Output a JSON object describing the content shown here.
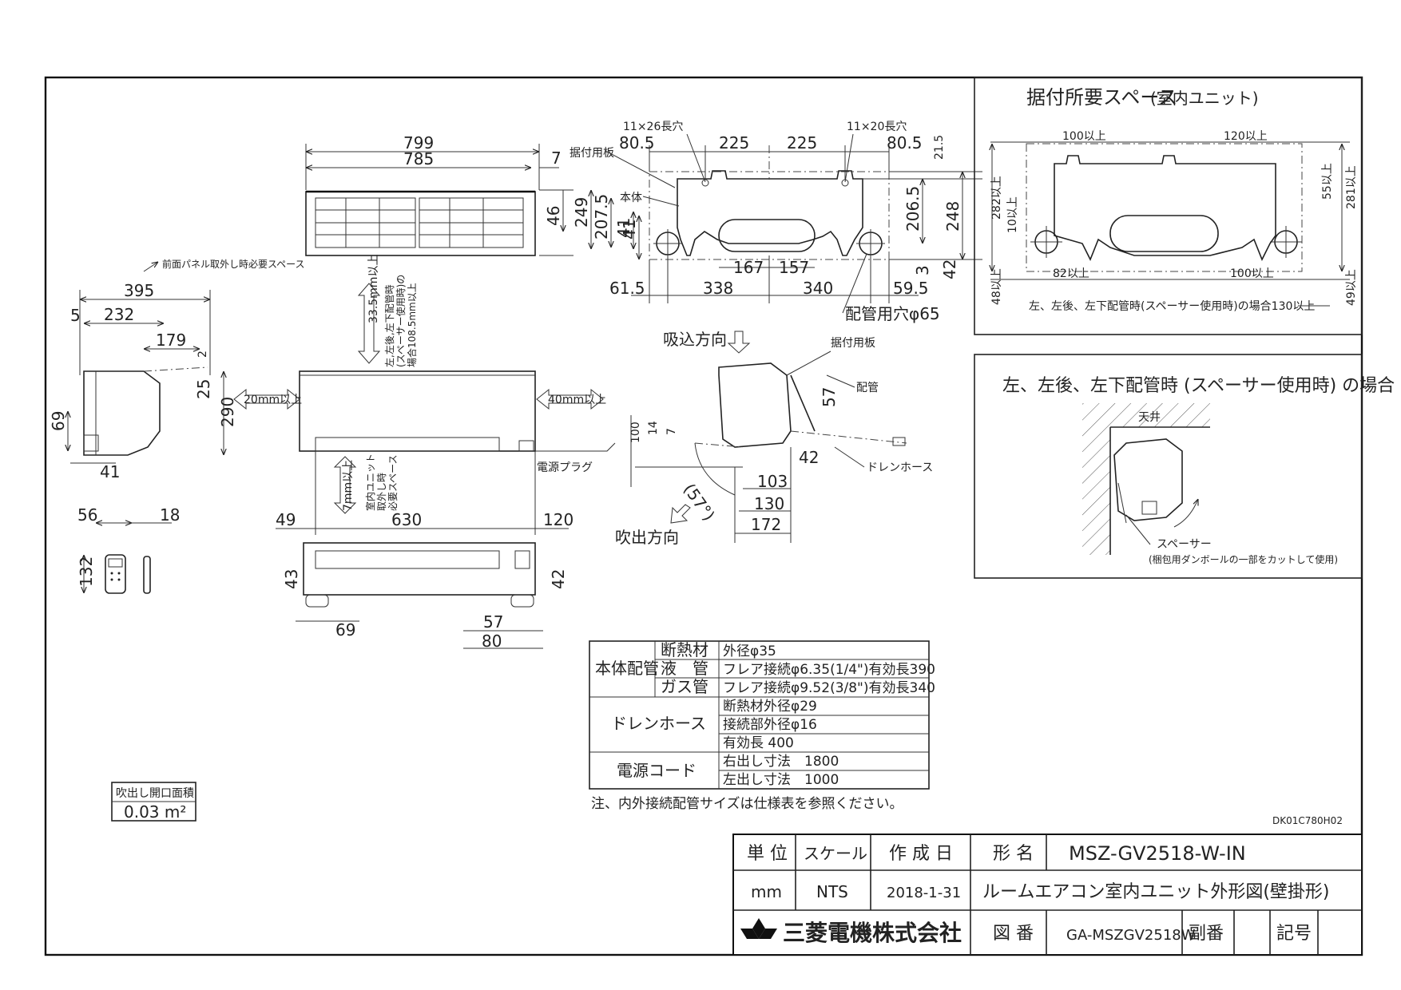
{
  "front_view": {
    "dims": {
      "d799": "799",
      "d785": "785",
      "d7": "7",
      "d46": "46",
      "d249": "249",
      "d2075": "207.5",
      "d41": "41"
    }
  },
  "side_view": {
    "note_panel": "前面パネル取外し時必要スペース",
    "dims": {
      "d395": "395",
      "d5": "5",
      "d232": "232",
      "d179": "179",
      "d2": "2",
      "d25": "25",
      "d69": "69",
      "d41": "41",
      "d290": "290"
    }
  },
  "main_view": {
    "space_top": "33.5mm以上",
    "space_top_note1": "左,左後,左下配管時",
    "space_top_note2": "(スペーサー使用時)の",
    "space_top_note3": "場合108.5mm以上",
    "space_left": "20mm以上",
    "space_right": "40mm以上",
    "space_bottom": "7mm以上",
    "space_bottom_note1": "室内ユニット",
    "space_bottom_note2": "取外し時",
    "space_bottom_note3": "必要スペース",
    "plug": "電源プラグ",
    "dims": {
      "d49": "49",
      "d630": "630",
      "d120": "120"
    }
  },
  "mount_plate": {
    "slot_left": "11×26長穴",
    "slot_right": "11×20長穴",
    "plate_label": "据付用板",
    "body_label": "本体",
    "hole_label": "配管用穴φ65",
    "dims": {
      "d805l": "80.5",
      "d225a": "225",
      "d225b": "225",
      "d805r": "80.5",
      "d215": "21.5",
      "d2065": "206.5",
      "d248": "248",
      "d41": "41",
      "d167": "167",
      "d157": "157",
      "d3": "3",
      "d42": "42",
      "d615": "61.5",
      "d338": "338",
      "d340": "340",
      "d595": "59.5"
    }
  },
  "side_piping": {
    "intake": "吸込方向",
    "outlet": "吹出方向",
    "plate": "据付用板",
    "pipe": "配管",
    "drain": "ドレンホース",
    "dims": {
      "d100": "100",
      "d14": "14",
      "d7": "7",
      "d57": "57",
      "d42": "42",
      "d103": "103",
      "d130": "130",
      "d172": "172",
      "angle": "(57°)"
    }
  },
  "remote": {
    "dims": {
      "d56": "56",
      "d18": "18",
      "d132": "132"
    }
  },
  "bottom_view": {
    "dims": {
      "d43": "43",
      "d42": "42",
      "d69": "69",
      "d57": "57",
      "d80": "80"
    }
  },
  "install_space": {
    "title": "据付所要スペース",
    "title_sub": "(室内ユニット)",
    "dims": {
      "d100top": "100以上",
      "d120top": "120以上",
      "d282": "282以上",
      "d10": "10以上",
      "d48": "48以上",
      "d82": "82以上",
      "d100bot": "100以上",
      "d55": "55以上",
      "d281": "281以上",
      "d49": "49以上"
    },
    "note": "左、左後、左下配管時(スペーサー使用時)の場合130以上"
  },
  "spacer_panel": {
    "title": "左、左後、左下配管時 (スペーサー使用時) の場合",
    "ceiling": "天井",
    "spacer": "スペーサー",
    "spacer_note": "(梱包用ダンボールの一部をカットして使用)"
  },
  "spec_table": {
    "rows": [
      {
        "group": "本体配管",
        "item": "断熱材",
        "value": "外径φ35"
      },
      {
        "group": "",
        "item": "液　管",
        "value": "フレア接続φ6.35(1/4\")有効長390"
      },
      {
        "group": "",
        "item": "ガス管",
        "value": "フレア接続φ9.52(3/8\")有効長340"
      },
      {
        "group": "ドレンホース",
        "item": "",
        "value": "断熱材外径φ29"
      },
      {
        "group": "",
        "item": "",
        "value": "接続部外径φ16"
      },
      {
        "group": "",
        "item": "",
        "value": "有効長 400"
      },
      {
        "group": "電源コード",
        "item": "",
        "value": "右出し寸法　1800"
      },
      {
        "group": "",
        "item": "",
        "value": "左出し寸法　1000"
      }
    ],
    "note": "注、内外接続配管サイズは仕様表を参照ください。"
  },
  "outlet_area": {
    "label": "吹出し開口面積",
    "value": "0.03 m²"
  },
  "doc_code": "DK01C780H02",
  "title_block": {
    "unit_h": "単 位",
    "scale_h": "スケール",
    "date_h": "作 成 日",
    "model_h": "形 名",
    "model": "MSZ-GV2518-W-IN",
    "unit": "mm",
    "scale": "NTS",
    "date": "2018-1-31",
    "drawing_title": "ルームエアコン室内ユニット外形図(壁掛形)",
    "company": "三菱電機株式会社",
    "drawing_no_h": "図 番",
    "drawing_no": "GA-MSZGV2518W",
    "sub_no_h": "副番",
    "sub_no": "",
    "mark_h": "記号",
    "mark": ""
  }
}
